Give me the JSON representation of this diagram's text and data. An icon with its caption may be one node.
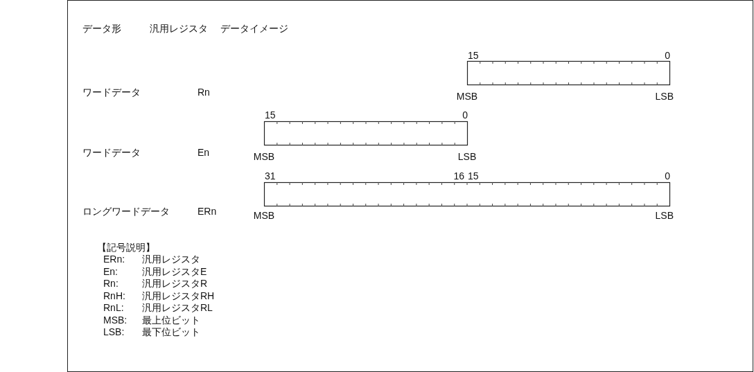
{
  "diagram": {
    "labels": [
      "データ形",
      "汎用レジスタ",
      "データイメージ",
      "15",
      "0",
      "ワードデータ",
      "Rn",
      "MSB",
      "LSB",
      "15",
      "0",
      "ワードデータ",
      "En",
      "MSB",
      "LSB",
      "31",
      "16",
      "15",
      "0",
      "ロングワードデータ",
      "ERn",
      "MSB",
      "LSB",
      "【記号説明】",
      "ERn:",
      "汎用レジスタ",
      "En:",
      "汎用レジスタE",
      "Rn:",
      "汎用レジスタR",
      "RnH:",
      "汎用レジスタRH",
      "RnL:",
      "汎用レジスタRL",
      "MSB:",
      "最上位ビット",
      "LSB:",
      "最下位ビット"
    ]
  }
}
